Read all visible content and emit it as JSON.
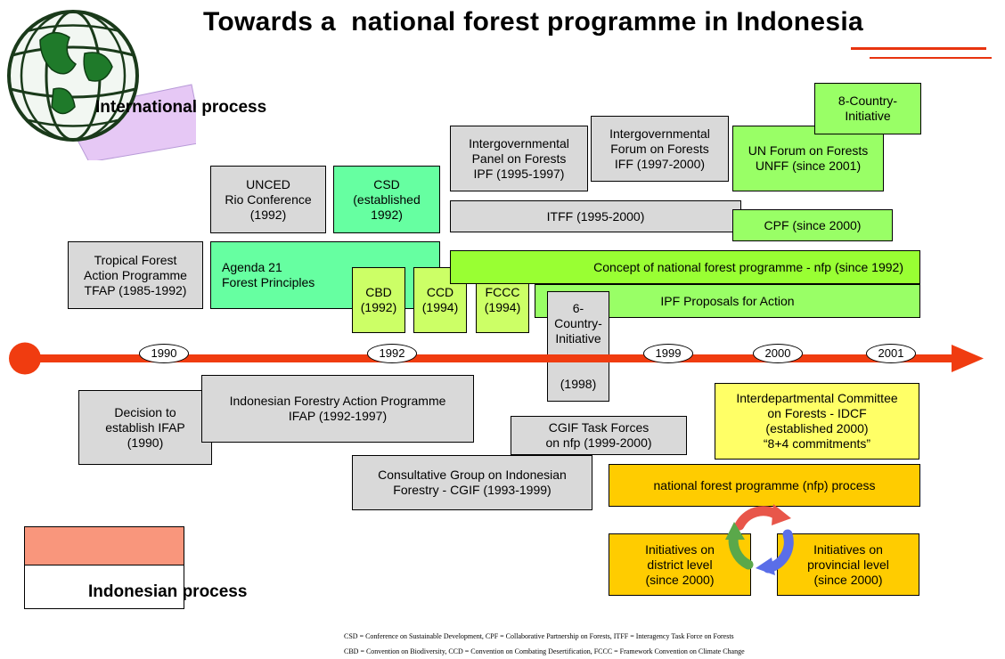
{
  "title": "Towards a  national forest programme in Indonesia",
  "headings": {
    "international": "International process",
    "indonesian": "Indonesian process"
  },
  "colors": {
    "timeline": "#f03c10",
    "rule": "#e8340f",
    "legend_top": "#f9967c"
  },
  "years": [
    "1990",
    "1992",
    "1999",
    "2000",
    "2001"
  ],
  "international_boxes": {
    "tfap": "Tropical Forest\nAction Programme\nTFAP (1985-1992)",
    "unced": "UNCED\nRio Conference\n(1992)",
    "csd": "CSD\n(established\n1992)",
    "agenda21": "Agenda 21\nForest Principles",
    "cbd": "CBD\n(1992)",
    "ccd": "CCD\n(1994)",
    "fccc": "FCCC\n(1994)",
    "ipf": "Intergovernmental\nPanel on Forests\nIPF (1995-1997)",
    "iff": "Intergovernmental\nForum on Forests\nIFF (1997-2000)",
    "unff": "UN Forum on Forests\nUNFF (since 2001)",
    "eight_country": "8-Country-\nInitiative",
    "itff": "ITFF (1995-2000)",
    "cpf": "CPF (since 2000)",
    "nfp_concept": "Concept of national forest programme - nfp (since 1992)",
    "ipf_proposals": "IPF Proposals for Action",
    "six_country": "6-\nCountry-\nInitiative\n\n\n(1998)"
  },
  "indonesian_boxes": {
    "decision_ifap": "Decision to\nestablish IFAP\n(1990)",
    "ifap": "Indonesian Forestry Action Programme\nIFAP (1992-1997)",
    "cgif_task": "CGIF Task Forces\non nfp (1999-2000)",
    "cgif": "Consultative Group on Indonesian\nForestry - CGIF (1993-1999)",
    "idcf": "Interdepartmental Committee\non Forests - IDCF\n(established 2000)\n“8+4 commitments”",
    "nfp_process": "national forest programme (nfp) process",
    "district": "Initiatives on\ndistrict level\n(since 2000)",
    "provincial": "Initiatives on\nprovincial level\n(since 2000)"
  },
  "footnotes": [
    "CSD = Conference on Sustainable Development, CPF = Collaborative Partnership on Forests, ITFF = Interagency Task Force on Forests",
    "CBD = Convention on Biodiversity, CCD = Convention on Combating Desertification, FCCC = Framework Convention on Climate Change"
  ]
}
